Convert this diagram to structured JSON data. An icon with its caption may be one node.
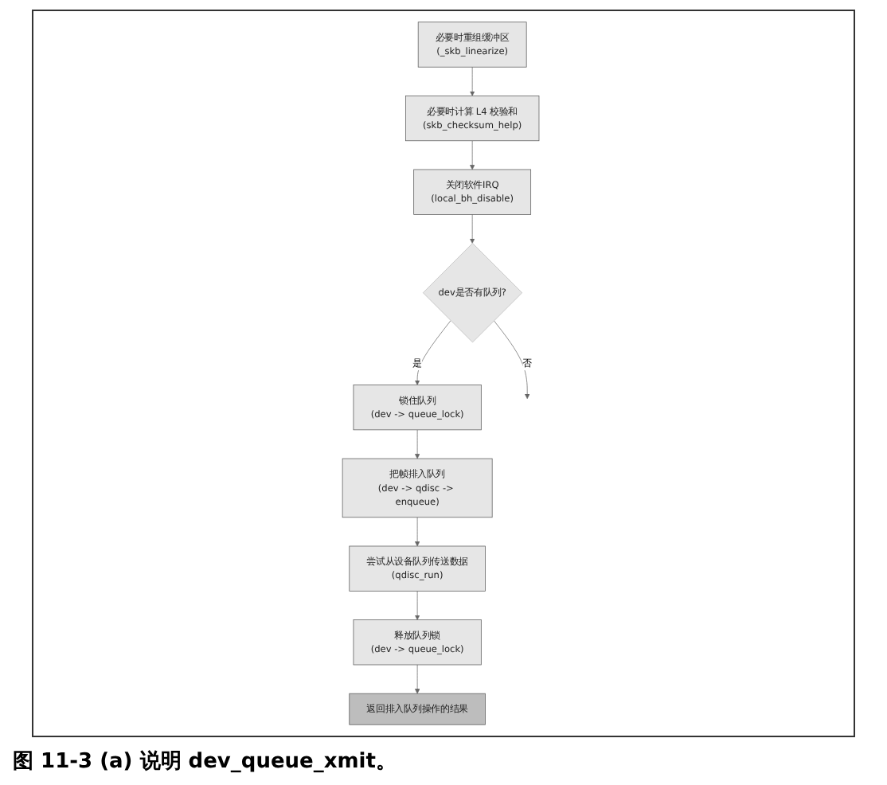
{
  "diagram": {
    "caption": "图 11-3 (a) 说明 dev_queue_xmit。",
    "nodes": [
      {
        "text": [
          "必要时重组缓冲区",
          "(_skb_linearize)"
        ]
      },
      {
        "text": [
          "必要时计算 L4 校验和",
          "(skb_checksum_help)"
        ]
      },
      {
        "text": [
          "关闭软件IRQ",
          "(local_bh_disable)"
        ]
      },
      {
        "text": [
          "dev是否有队列?"
        ]
      },
      {
        "text": [
          "锁住队列",
          "(dev -> queue_lock)"
        ]
      },
      {
        "text": [
          "把帧排入队列",
          "(dev -> qdisc -> enqueue)"
        ]
      },
      {
        "text": [
          "尝试从设备队列传送数据",
          "(qdisc_run)"
        ]
      },
      {
        "text": [
          "释放队列锁",
          "(dev -> queue_lock)"
        ]
      },
      {
        "text": [
          "返回排入队列操作的结果"
        ]
      }
    ],
    "edges": [
      {
        "from": 0,
        "to": 1,
        "arrow": "to"
      },
      {
        "from": 1,
        "to": 2,
        "arrow": "to"
      },
      {
        "from": 2,
        "to": 3,
        "arrow": "to"
      },
      {
        "from": 3,
        "to": 4,
        "arrow": "to",
        "label": "是"
      },
      {
        "from": 3,
        "to": null,
        "arrow": "to",
        "label": "否"
      },
      {
        "from": 4,
        "to": 5,
        "arrow": "to"
      },
      {
        "from": 5,
        "to": 6,
        "arrow": "to"
      },
      {
        "from": 6,
        "to": 7,
        "arrow": "to"
      },
      {
        "from": 7,
        "to": 8,
        "arrow": "to"
      }
    ]
  }
}
